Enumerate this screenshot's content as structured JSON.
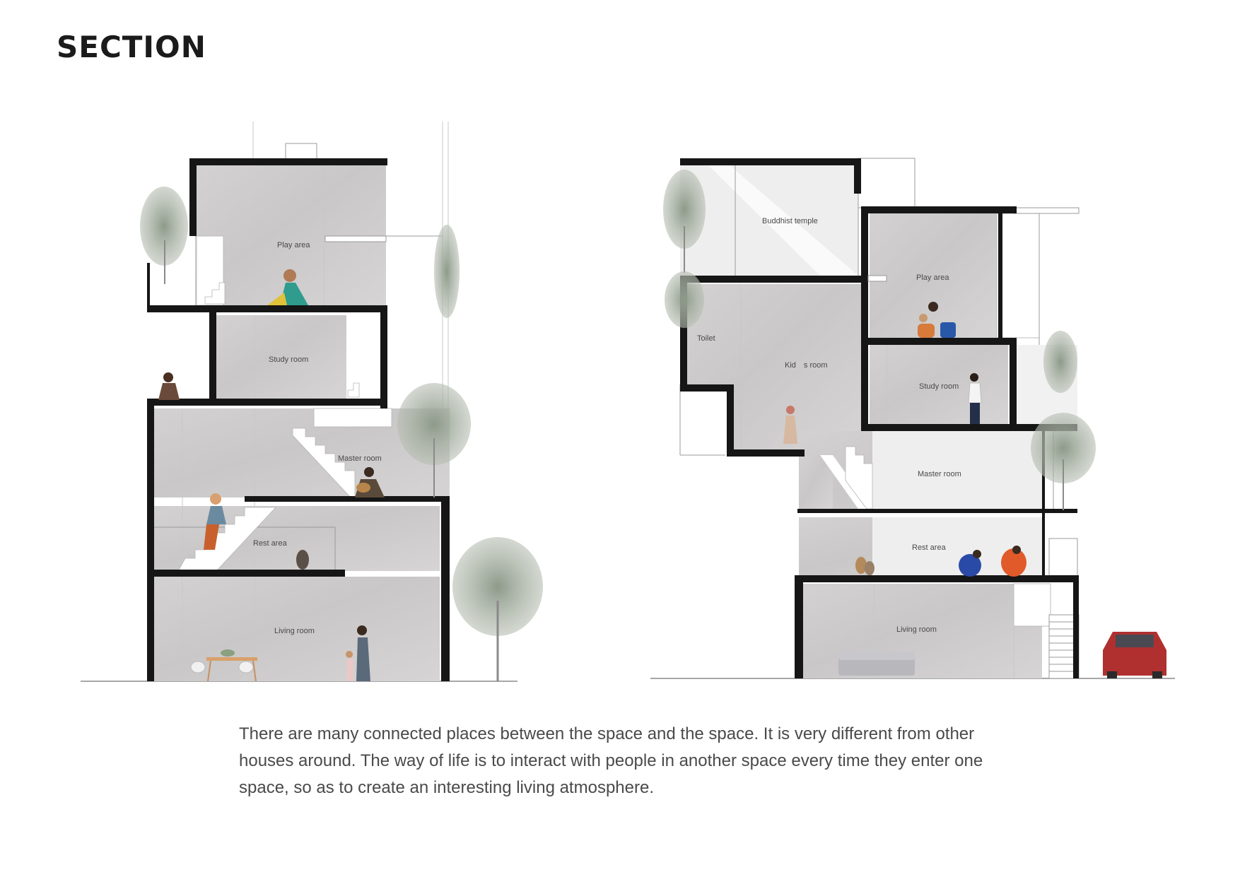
{
  "page": {
    "title": "SECTION",
    "caption": " There are many connected places between the space and the space. It is very different from other houses around. The way of life is to interact with people in another space every time they enter one space, so as to create an interesting living atmosphere."
  },
  "section_left": {
    "rooms": [
      "Play area",
      "Study room",
      "Master room",
      "Rest area",
      "Living room"
    ]
  },
  "section_right": {
    "rooms": [
      "Buddhist temple",
      "Play area",
      "Toilet",
      "Kid　s room",
      "Study room",
      "Master room",
      "Rest area",
      "Living room"
    ]
  },
  "colors": {
    "wall": "#161616",
    "concrete": "#cfcdcd",
    "text": "#4a4a4a",
    "foliage": "#9aa596"
  }
}
